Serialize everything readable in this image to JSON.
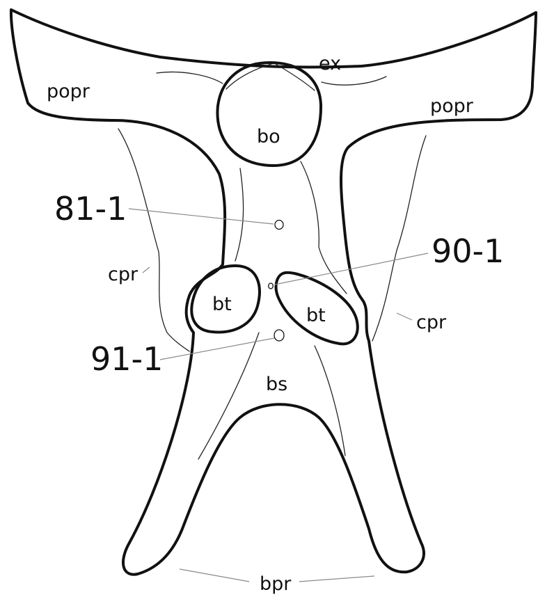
{
  "labels": {
    "ex": "ex",
    "popr_left": "popr",
    "popr_right": "popr",
    "bo": "bo",
    "cpr_left": "cpr",
    "cpr_right": "cpr",
    "bt_left": "bt",
    "bt_right": "bt",
    "bs": "bs",
    "bpr": "bpr"
  },
  "specimens": {
    "a": "81-1",
    "b": "90-1",
    "c": "91-1"
  }
}
